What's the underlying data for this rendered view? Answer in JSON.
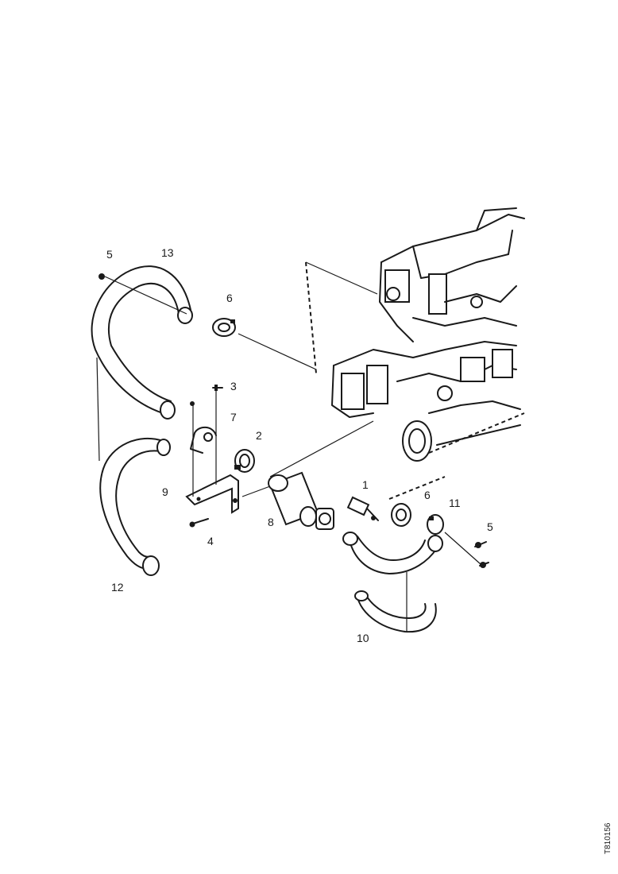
{
  "callouts": {
    "c1": "1",
    "c2": "2",
    "c3": "3",
    "c4": "4",
    "c5_top": "5",
    "c5_right": "5",
    "c6_top": "6",
    "c6_right": "6",
    "c7": "7",
    "c8": "8",
    "c9": "9",
    "c10": "10",
    "c11": "11",
    "c12": "12",
    "c13": "13"
  },
  "figure_id": "T810156"
}
